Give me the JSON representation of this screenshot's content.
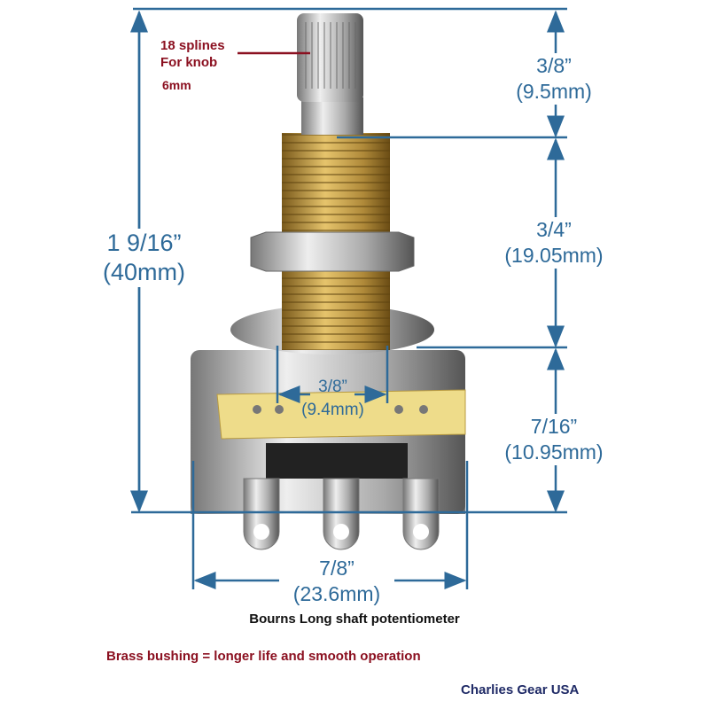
{
  "annotations": {
    "splines": "18 splines",
    "for_knob": "For knob",
    "diameter": "6mm"
  },
  "dimensions": {
    "total_height": {
      "imperial": "1 9/16”",
      "metric": "(40mm)"
    },
    "shaft": {
      "imperial": "3/8”",
      "metric": "(9.5mm)"
    },
    "bushing": {
      "imperial": "3/4”",
      "metric": "(19.05mm)"
    },
    "body": {
      "imperial": "7/16”",
      "metric": "(10.95mm)"
    },
    "bushing_width": {
      "imperial": "3/8”",
      "metric": "(9.4mm)"
    },
    "body_width": {
      "imperial": "7/8”",
      "metric": "(23.6mm)"
    }
  },
  "captions": {
    "title": "Bourns Long shaft potentiometer",
    "feature": "Brass bushing = longer life and smooth operation",
    "brand": "Charlies Gear USA"
  },
  "colors": {
    "dimension": "#2e6a99",
    "accent": "#8b1020",
    "brand": "#1f2a66"
  }
}
